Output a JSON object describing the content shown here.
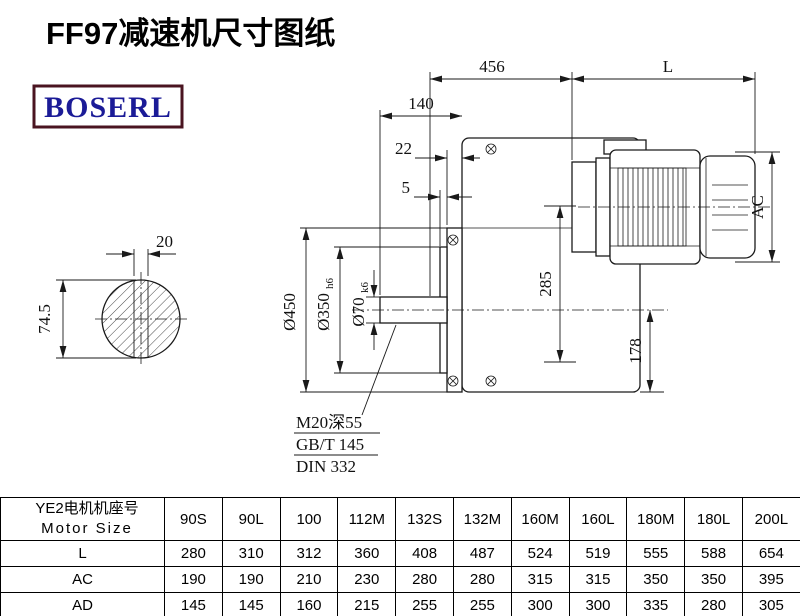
{
  "page": {
    "title": "FF97减速机尺寸图纸",
    "logo": "BOSERL"
  },
  "drawing": {
    "dims": {
      "d456": "456",
      "dL": "L",
      "d140": "140",
      "d22": "22",
      "d5": "5",
      "d285": "285",
      "d178": "178",
      "dAC": "AC",
      "d20": "20",
      "d74": "74.5",
      "dia450": "Ø450",
      "dia350": "Ø350",
      "dia350_tol": "h6",
      "dia70": "Ø70",
      "dia70_tol": "k6"
    },
    "notes": {
      "tap": "M20深55",
      "gbt": "GB/T 145",
      "din": "DIN 332"
    }
  },
  "table": {
    "header_cn": "YE2电机机座号",
    "header_en": "Motor Size",
    "columns": [
      "90S",
      "90L",
      "100",
      "112M",
      "132S",
      "132M",
      "160M",
      "160L",
      "180M",
      "180L",
      "200L"
    ],
    "rows": [
      {
        "label": "L",
        "values": [
          280,
          310,
          312,
          360,
          408,
          487,
          524,
          519,
          555,
          588,
          654
        ]
      },
      {
        "label": "AC",
        "values": [
          190,
          190,
          210,
          230,
          280,
          280,
          315,
          315,
          350,
          350,
          395
        ]
      },
      {
        "label": "AD",
        "values": [
          145,
          145,
          160,
          215,
          255,
          255,
          300,
          300,
          335,
          280,
          305
        ]
      }
    ]
  }
}
